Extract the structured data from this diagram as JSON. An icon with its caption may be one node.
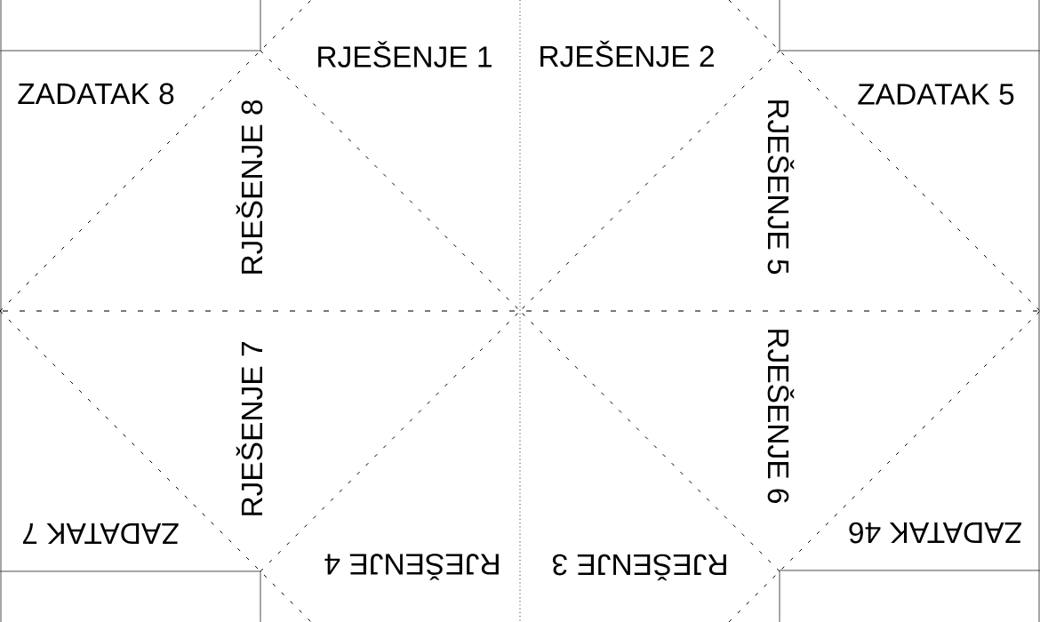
{
  "diagram": {
    "labels": [
      "RJEŠENJE 1",
      "RJEŠENJE 2",
      "ZADATAK 8",
      "ZADATAK 5",
      "RJEŠENJE 8",
      "RJEŠENJE 5",
      "RJEŠENJE 7",
      "RJEŠENJE 6",
      "ZADATAK 7",
      "ZADATAK 46",
      "RJEŠENJE 4",
      "RJEŠENJE 3"
    ]
  }
}
